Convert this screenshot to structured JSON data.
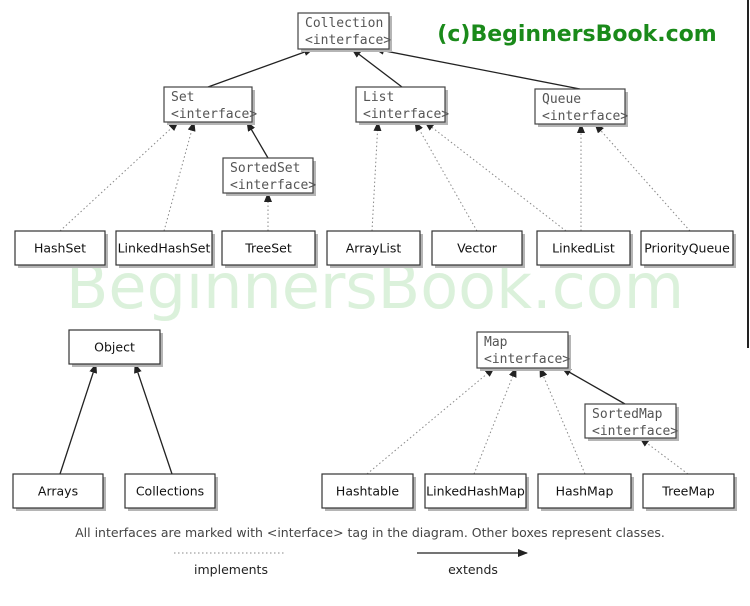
{
  "copyright": "(c)BeginnersBook.com",
  "watermark": "BeginnersBook.com",
  "interface_tag": "<interface>",
  "nodes": {
    "collection": {
      "name": "Collection",
      "kind": "interface"
    },
    "set": {
      "name": "Set",
      "kind": "interface"
    },
    "list": {
      "name": "List",
      "kind": "interface"
    },
    "queue": {
      "name": "Queue",
      "kind": "interface"
    },
    "sortedset": {
      "name": "SortedSet",
      "kind": "interface"
    },
    "hashset": {
      "name": "HashSet",
      "kind": "class"
    },
    "linkedhashset": {
      "name": "LinkedHashSet",
      "kind": "class"
    },
    "treeset": {
      "name": "TreeSet",
      "kind": "class"
    },
    "arraylist": {
      "name": "ArrayList",
      "kind": "class"
    },
    "vector": {
      "name": "Vector",
      "kind": "class"
    },
    "linkedlist": {
      "name": "LinkedList",
      "kind": "class"
    },
    "priorityqueue": {
      "name": "PriorityQueue",
      "kind": "class"
    },
    "object": {
      "name": "Object",
      "kind": "class"
    },
    "arrays": {
      "name": "Arrays",
      "kind": "class"
    },
    "collections": {
      "name": "Collections",
      "kind": "class"
    },
    "map": {
      "name": "Map",
      "kind": "interface"
    },
    "sortedmap": {
      "name": "SortedMap",
      "kind": "interface"
    },
    "hashtable": {
      "name": "Hashtable",
      "kind": "class"
    },
    "linkedhashmap": {
      "name": "LinkedHashMap",
      "kind": "class"
    },
    "hashmap": {
      "name": "HashMap",
      "kind": "class"
    },
    "treemap": {
      "name": "TreeMap",
      "kind": "class"
    }
  },
  "edges": [
    {
      "from": "set",
      "to": "collection",
      "type": "extends"
    },
    {
      "from": "list",
      "to": "collection",
      "type": "extends"
    },
    {
      "from": "queue",
      "to": "collection",
      "type": "extends"
    },
    {
      "from": "sortedset",
      "to": "set",
      "type": "extends"
    },
    {
      "from": "hashset",
      "to": "set",
      "type": "implements"
    },
    {
      "from": "linkedhashset",
      "to": "set",
      "type": "implements"
    },
    {
      "from": "treeset",
      "to": "sortedset",
      "type": "implements"
    },
    {
      "from": "arraylist",
      "to": "list",
      "type": "implements"
    },
    {
      "from": "vector",
      "to": "list",
      "type": "implements"
    },
    {
      "from": "linkedlist",
      "to": "list",
      "type": "implements"
    },
    {
      "from": "linkedlist",
      "to": "queue",
      "type": "implements"
    },
    {
      "from": "priorityqueue",
      "to": "queue",
      "type": "implements"
    },
    {
      "from": "arrays",
      "to": "object",
      "type": "extends"
    },
    {
      "from": "collections",
      "to": "object",
      "type": "extends"
    },
    {
      "from": "hashtable",
      "to": "map",
      "type": "implements"
    },
    {
      "from": "linkedhashmap",
      "to": "map",
      "type": "implements"
    },
    {
      "from": "hashmap",
      "to": "map",
      "type": "implements"
    },
    {
      "from": "sortedmap",
      "to": "map",
      "type": "extends"
    },
    {
      "from": "treemap",
      "to": "sortedmap",
      "type": "implements"
    }
  ],
  "footnote": "All interfaces are marked with <interface> tag in the diagram. Other boxes represent classes.",
  "legend": {
    "implements": "implements",
    "extends": "extends"
  }
}
